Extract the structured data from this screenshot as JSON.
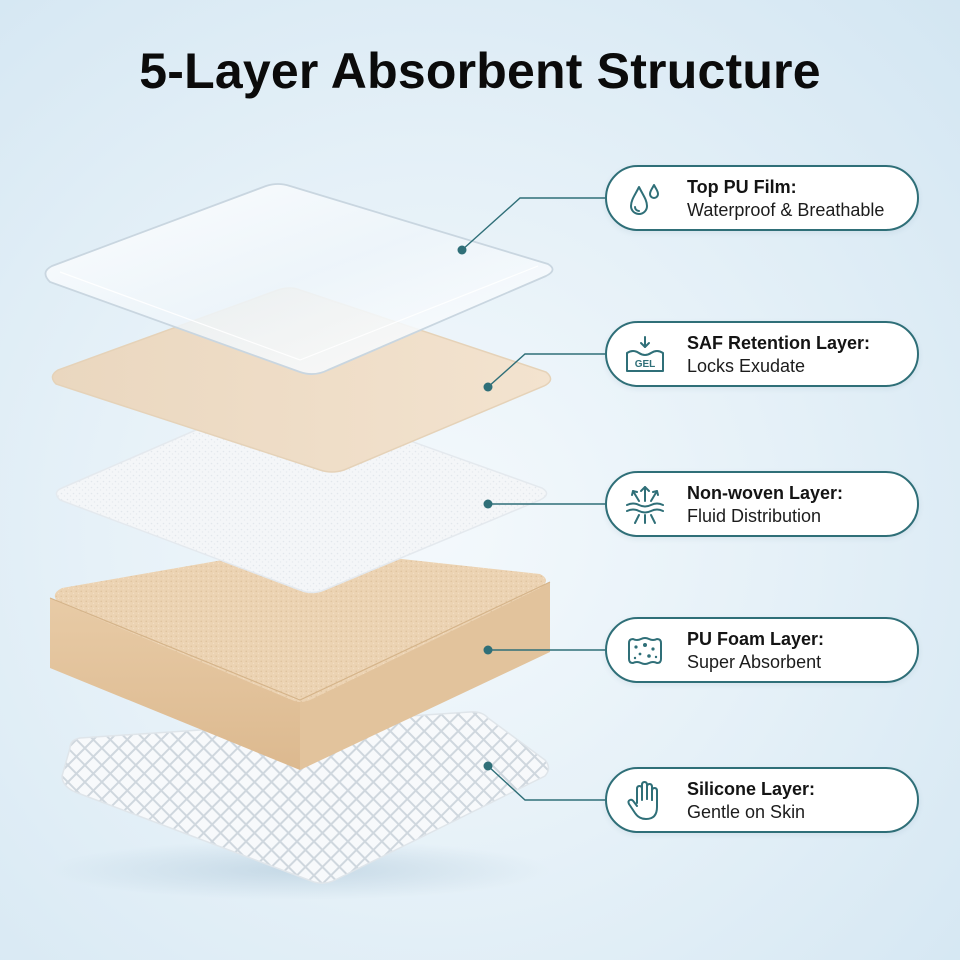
{
  "title": "5-Layer Absorbent Structure",
  "colors": {
    "accent": "#2f6f78",
    "background": "#e6f1f8",
    "foam": "#ecd3b3",
    "saf": "#efdcc4"
  },
  "layers": [
    {
      "label": "Top PU Film:",
      "description": "Waterproof & Breathable",
      "icon": "water-drops-icon"
    },
    {
      "label": "SAF Retention Layer:",
      "description": "Locks Exudate",
      "icon": "gel-icon",
      "icon_text": "GEL"
    },
    {
      "label": "Non-woven Layer:",
      "description": "Fluid Distribution",
      "icon": "fluid-distribution-icon"
    },
    {
      "label": "PU Foam Layer:",
      "description": "Super Absorbent",
      "icon": "sponge-icon"
    },
    {
      "label": "Silicone Layer:",
      "description": "Gentle on Skin",
      "icon": "hand-icon"
    }
  ]
}
